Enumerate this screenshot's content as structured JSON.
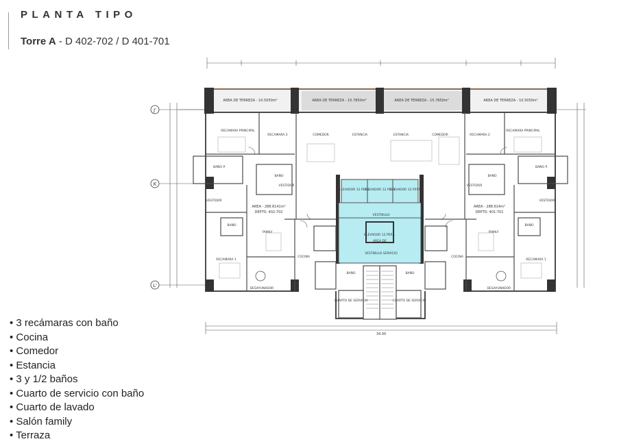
{
  "header": {
    "title": "PLANTA TIPO",
    "tower": "Torre A",
    "units": " - D 402-702 / D 401-701"
  },
  "features": [
    "3 recámaras con baño",
    "Cocina",
    "Comedor",
    "Estancia",
    "3 y 1/2 baños",
    "Cuarto de servicio con baño",
    "Cuarto de lavado",
    "Salón family",
    "Terraza"
  ],
  "plan": {
    "axes": [
      "J'",
      "K",
      "L'"
    ],
    "terraces": [
      "AREA DE TERREZA - 10.5050m²",
      "AREA DE TERREZA - 15.7850m²",
      "AREA DE TERREZA - 15.7850m²",
      "AREA DE TERREZA - 10.5050m²"
    ],
    "rooms": {
      "recamara_principal": "RECAMARA PRINCIPAL",
      "recamara_2": "RECAMARA 2",
      "recamara_1": "RECAMARA 1",
      "comedor": "COMEDOR",
      "estancia": "ESTANCIA",
      "bano": "BAÑO",
      "bano_p": "BAÑO P.",
      "vestidor": "VESTIDOR",
      "family": "FAMILY",
      "cocina": "COCINA",
      "desayunador": "DESAYUNADOR",
      "cuarto_servicio": "CUARTO DE SERVICIO",
      "vestibulo": "VESTIBULO",
      "vestibulo_servicio": "VESTIBULO SERVICIO",
      "area_de": "AREA DE",
      "elevador": "ELEVADOR 12 PERS."
    },
    "area_left": "AREA - 288.6141m²",
    "depto_left": "DEPTO. 402-702",
    "area_right": "AREA - 288.614m²",
    "depto_right": "DEPTO. 401-701",
    "dim_total": "34.00",
    "colors": {
      "wall": "#4a4a4a",
      "core": "#b6ecf2",
      "terrace_frame": "#8a6a55"
    }
  }
}
